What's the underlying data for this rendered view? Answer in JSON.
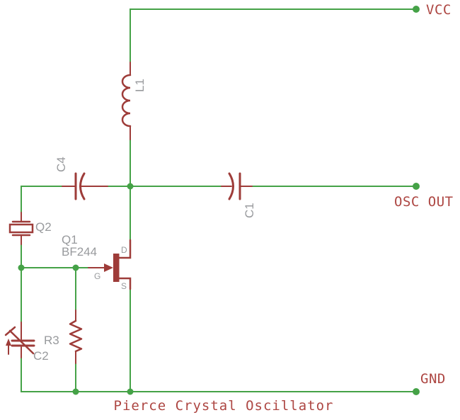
{
  "caption": "Pierce Crystal Oscillator",
  "colors": {
    "background": "#ffffff",
    "wire": "#45a247",
    "symbol": "#9e3c39",
    "net_text": "#ad4642",
    "label": "#989a9d"
  },
  "nets": {
    "vcc": "VCC",
    "osc_out": "OSC OUT",
    "gnd": "GND"
  },
  "components": {
    "l1": {
      "ref": "L1"
    },
    "c4": {
      "ref": "C4"
    },
    "c1": {
      "ref": "C1"
    },
    "q2": {
      "ref": "Q2"
    },
    "q1": {
      "ref": "Q1",
      "value": "BF244",
      "pin_drain": "D",
      "pin_gate": "G",
      "pin_source": "S"
    },
    "r3": {
      "ref": "R3"
    },
    "c2": {
      "ref": "C2"
    }
  }
}
